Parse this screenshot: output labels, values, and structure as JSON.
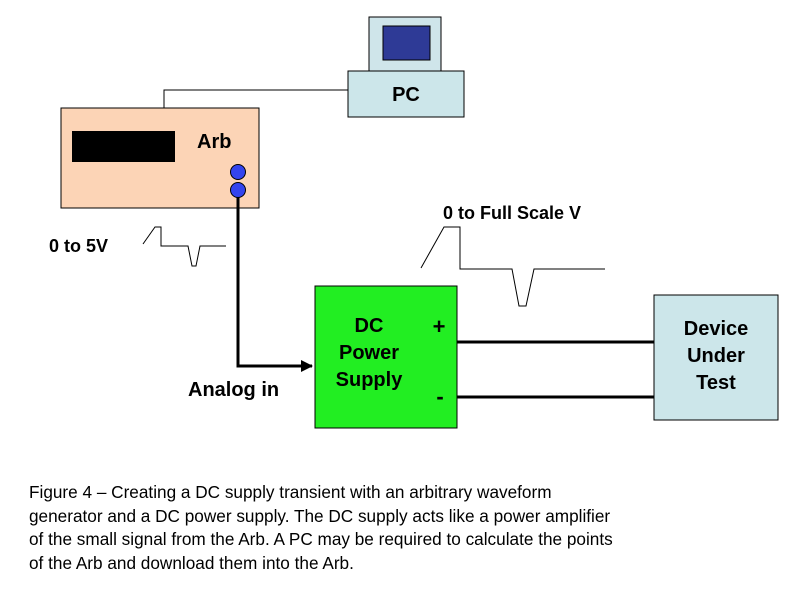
{
  "blocks": {
    "pc": {
      "label": "PC"
    },
    "arb": {
      "label": "Arb"
    },
    "dc_supply": {
      "lines": [
        "DC",
        "Power",
        "Supply"
      ],
      "plus": "+",
      "minus": "-"
    },
    "dut": {
      "lines": [
        "Device",
        "Under",
        "Test"
      ]
    }
  },
  "annotations": {
    "arb_output_range": "0 to 5V",
    "supply_output_range": "0 to Full Scale V",
    "analog_in": "Analog in"
  },
  "caption": {
    "lines": [
      "Figure 4 – Creating a DC supply transient with an arbitrary waveform",
      "generator and a DC power supply.  The DC supply acts like a power amplifier",
      "of the small signal from the Arb.   A PC may be required to calculate the points",
      "of the Arb and download them into the Arb."
    ]
  },
  "colors": {
    "pc_box": "#cce6ea",
    "monitor_bezel": "#cfe5ea",
    "monitor_screen": "#2e3a96",
    "arb_box": "#fcd4b6",
    "arb_display": "#000000",
    "arb_connector": "#3344ee",
    "dc_supply_box": "#22ee22",
    "dut_box": "#cce6ea"
  }
}
